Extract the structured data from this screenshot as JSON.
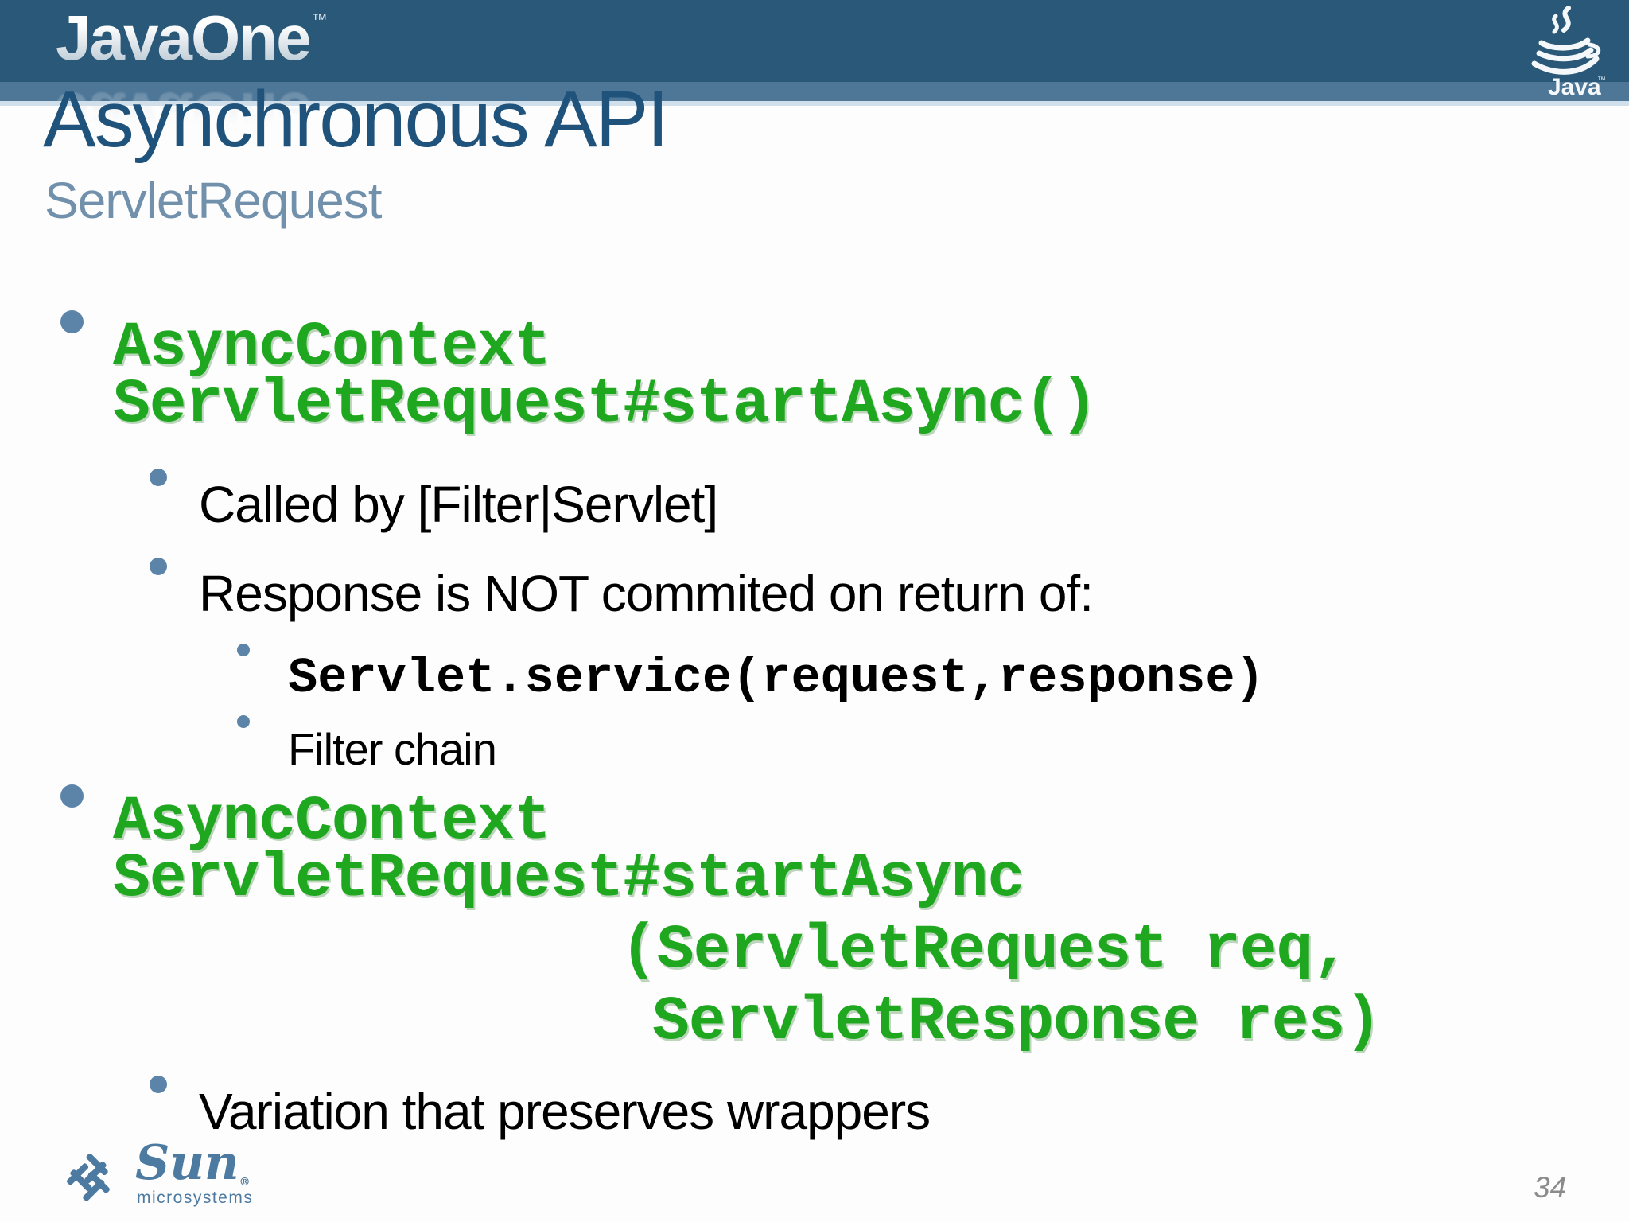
{
  "header": {
    "brand": "JavaOne",
    "brand_trademark": "™",
    "java_logo": {
      "label": "Java",
      "trademark": "™"
    }
  },
  "title": "Asynchronous API",
  "subtitle": "ServletRequest",
  "content": {
    "items": [
      {
        "type": "code-green",
        "level": 1,
        "lines": [
          "AsyncContext",
          "ServletRequest#startAsync()"
        ]
      },
      {
        "type": "text",
        "level": 2,
        "text": "Called by [Filter|Servlet]"
      },
      {
        "type": "text",
        "level": 2,
        "text": "Response is NOT commited on return of:"
      },
      {
        "type": "code-black",
        "level": 3,
        "text": "Servlet.service(request,response)"
      },
      {
        "type": "text-small",
        "level": 3,
        "text": "Filter chain"
      },
      {
        "type": "code-green",
        "level": 1,
        "lines": [
          "AsyncContext",
          "ServletRequest#startAsync",
          "(ServletRequest req,",
          "ServletResponse res)"
        ]
      },
      {
        "type": "text",
        "level": 2,
        "text": "Variation that preserves wrappers"
      }
    ]
  },
  "footer": {
    "sun_logo": {
      "name": "Sun",
      "registered": "®",
      "subtext": "microsystems"
    },
    "page_number": "34"
  },
  "colors": {
    "header_bar": "#2a5878",
    "header_strip": "#4d7697",
    "header_strip_light": "#cfdfeb",
    "title_text": "#20537b",
    "subtitle_text": "#7090ac",
    "code_green": "#1fa71f",
    "body_text": "#000000",
    "bullet_blue": "#5b84a8",
    "sun_logo_blue": "#4d7aa0",
    "page_number_gray": "#8b8b8b"
  }
}
